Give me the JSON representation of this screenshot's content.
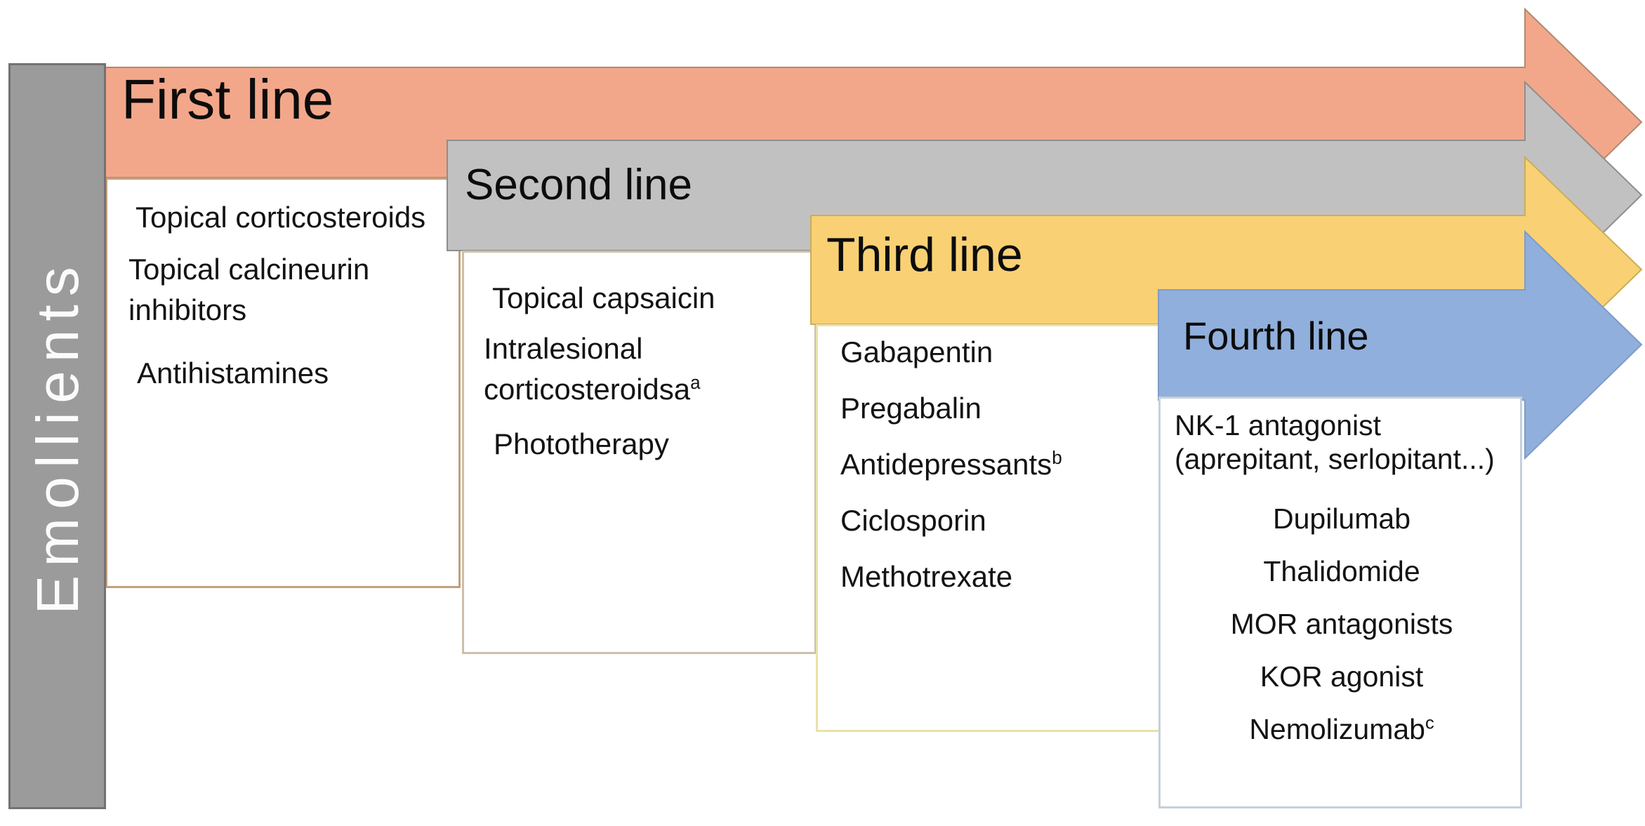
{
  "diagram": {
    "sidebar": {
      "label": "Emollients",
      "fill": "#9C9B9B",
      "border": "#747272",
      "text_color": "#FBFBFB"
    },
    "lines": [
      {
        "title": "First line",
        "fill": "#F3A78A",
        "stroke": "#AD8A70",
        "box_border": "#C2A07E",
        "items": [
          {
            "text": "Topical corticosteroids"
          },
          {
            "text": "Topical calcineurin inhibitors"
          },
          {
            "text": "Antihistamines"
          }
        ]
      },
      {
        "title": "Second line",
        "fill": "#C2C1C1",
        "stroke": "#8F8D8D",
        "box_border": "#CDBFA8",
        "items": [
          {
            "text": "Topical capsaicin"
          },
          {
            "text": "Intralesional corticosteroidsa",
            "sup": "a"
          },
          {
            "text": "Phototherapy"
          }
        ]
      },
      {
        "title": "Third line",
        "fill": "#F9D174",
        "stroke": "#C9AE56",
        "box_border": "#E9E2A8",
        "items": [
          {
            "text": "Gabapentin"
          },
          {
            "text": "Pregabalin"
          },
          {
            "text": "Antidepressants",
            "sup": "b"
          },
          {
            "text": "Ciclosporin"
          },
          {
            "text": "Methotrexate"
          }
        ]
      },
      {
        "title": "Fourth line",
        "fill": "#91AFDC",
        "stroke": "#7F9CC7",
        "box_border": "#C6D0DC",
        "items": [
          {
            "text": "NK-1 antagonist (aprepitant, serlopitant...)"
          },
          {
            "text": "Dupilumab"
          },
          {
            "text": "Thalidomide"
          },
          {
            "text": "MOR antagonists"
          },
          {
            "text": "KOR agonist"
          },
          {
            "text": "Nemolizumab",
            "sup": "c"
          }
        ]
      }
    ]
  }
}
